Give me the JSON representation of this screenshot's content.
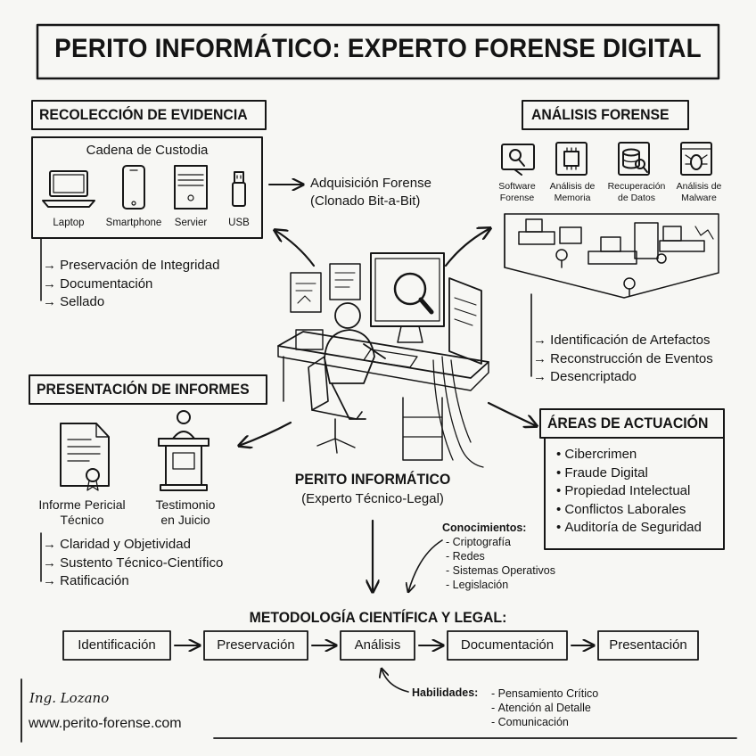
{
  "title": "PERITO INFORMÁTICO: EXPERTO FORENSE DIGITAL",
  "evidence": {
    "heading": "RECOLECCIÓN DE EVIDENCIA",
    "chain_label": "Cadena de Custodia",
    "devices": [
      {
        "label": "Laptop",
        "icon": "laptop-icon"
      },
      {
        "label": "Smartphone",
        "icon": "smartphone-icon"
      },
      {
        "label": "Servier",
        "icon": "server-icon"
      },
      {
        "label": "USB",
        "icon": "usb-icon"
      }
    ],
    "acquisition": [
      "Adquisición Forense",
      "(Clonado Bit-a-Bit)"
    ],
    "steps": [
      "Preservación de Integridad",
      "Documentación",
      "Sellado"
    ]
  },
  "analysis": {
    "heading": "ANÁLISIS FORENSE",
    "tools": [
      {
        "lines": [
          "Software",
          "Forense"
        ],
        "icon": "magnifier-monitor-icon"
      },
      {
        "lines": [
          "Análisis de",
          "Memoria"
        ],
        "icon": "chip-icon"
      },
      {
        "lines": [
          "Recuperación",
          "de Datos"
        ],
        "icon": "database-icon"
      },
      {
        "lines": [
          "Análisis de",
          "Malware"
        ],
        "icon": "bug-icon"
      }
    ],
    "steps": [
      "Identificación de Artefactos",
      "Reconstrucción de Eventos",
      "Desencriptado"
    ]
  },
  "reports": {
    "heading": "PRESENTACIÓN DE INFORMES",
    "items": [
      {
        "lines": [
          "Informe Pericial",
          "Técnico"
        ],
        "icon": "certificate-icon"
      },
      {
        "lines": [
          "Testimonio",
          "en Juicio"
        ],
        "icon": "podium-icon"
      }
    ],
    "steps": [
      "Claridad y Objetividad",
      "Sustento Técnico-Científico",
      "Ratificación"
    ]
  },
  "areas": {
    "heading": "ÁREAS DE ACTUACIÓN",
    "items": [
      "Cibercrimen",
      "Fraude Digital",
      "Propiedad Intelectual",
      "Conflictos Laborales",
      "Auditoría de Seguridad"
    ]
  },
  "expert": {
    "name": "PERITO INFORMÁTICO",
    "subtitle": "(Experto Técnico-Legal)"
  },
  "knowledge": {
    "heading": "Conocimientos:",
    "items": [
      "Criptografía",
      "Redes",
      "Sistemas Operativos",
      "Legislación"
    ]
  },
  "methodology": {
    "heading": "METODOLOGÍA CIENTÍFICA Y LEGAL:",
    "steps": [
      "Identificación",
      "Preservación",
      "Análisis",
      "Documentación",
      "Presentación"
    ]
  },
  "skills": {
    "heading": "Habilidades:",
    "items": [
      "Pensamiento Crítico",
      "Atención al Detalle",
      "Comunicación"
    ]
  },
  "signature": {
    "name": "Ing. Lozano",
    "website": "www.perito-forense.com"
  }
}
